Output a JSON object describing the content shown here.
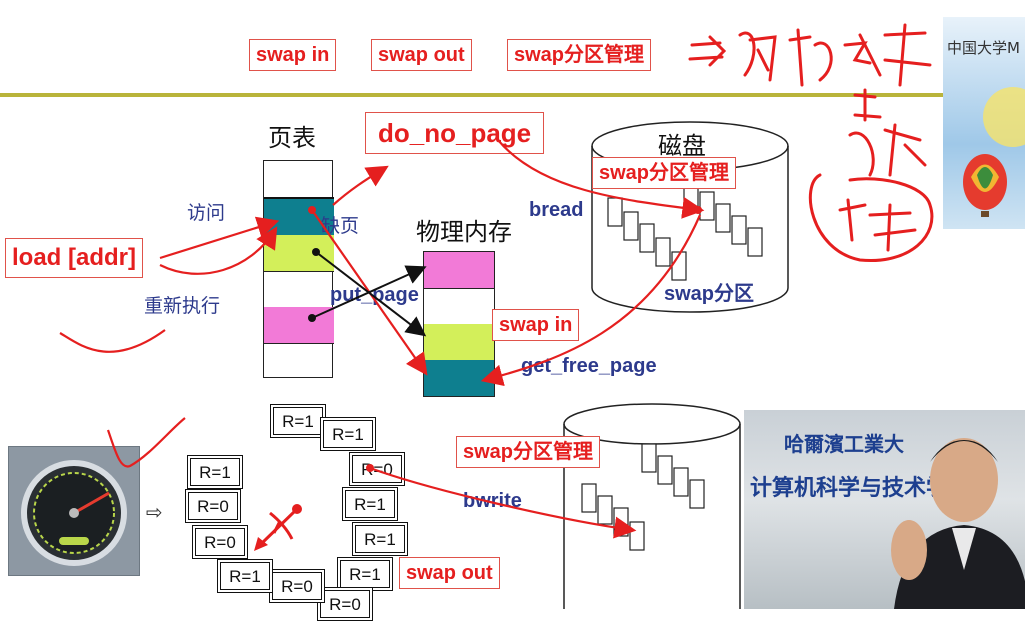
{
  "top_labels": {
    "swap_in": "swap in",
    "swap_out": "swap out",
    "swap_mgmt": "swap分区管理"
  },
  "logo_text": "中国大学M",
  "page_table": {
    "title": "页表"
  },
  "do_no_page": "do_no_page",
  "disk_top": {
    "title": "磁盘",
    "mgmt": "swap分区管理",
    "partition": "swap分区"
  },
  "physical_memory": {
    "title": "物理内存"
  },
  "labels": {
    "visit": "访问",
    "load": "load [addr]",
    "reexecute": "重新执行",
    "page_fault": "缺页",
    "put_page": "put_page",
    "bread": "bread",
    "swap_in_box": "swap in",
    "get_free_page": "get_free_page"
  },
  "clock": {
    "boxes": [
      "R=1",
      "R=1",
      "R=1",
      "R=0",
      "R=1",
      "R=1",
      "R=1",
      "R=0",
      "R=0",
      "R=1",
      "R=0",
      "R=0"
    ],
    "arrow": "⇨"
  },
  "disk_bottom": {
    "mgmt": "swap分区管理",
    "bwrite": "bwrite",
    "swap_out": "swap out"
  },
  "video": {
    "banner_top": "哈爾濱工業大",
    "banner_main": "计算机科学与技术学院"
  },
  "colors": {
    "teal": "#0e7f8f",
    "lime": "#d3ef5a",
    "pink": "#f27ad7",
    "red": "#e51f1f",
    "olive_rule": "#b9b43a"
  }
}
